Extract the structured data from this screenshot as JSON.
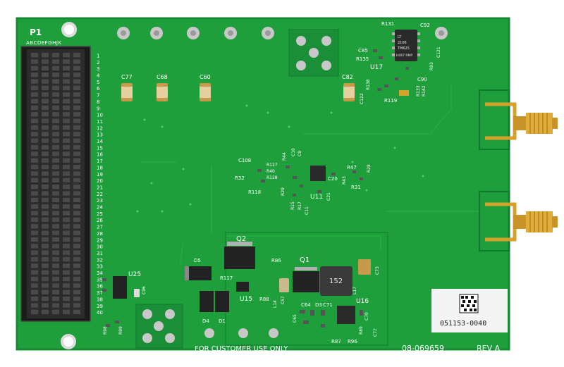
{
  "board": {
    "connector_label": "P1",
    "connector_columns": "ABCDEFGHJK",
    "row_numbers": [
      "1",
      "2",
      "3",
      "4",
      "5",
      "6",
      "7",
      "8",
      "9",
      "10",
      "11",
      "12",
      "13",
      "14",
      "15",
      "16",
      "17",
      "18",
      "19",
      "20",
      "21",
      "22",
      "23",
      "24",
      "25",
      "26",
      "27",
      "28",
      "29",
      "30",
      "31",
      "32",
      "33",
      "34",
      "35",
      "36",
      "37",
      "38",
      "39",
      "40"
    ],
    "customer_text": "FOR CUSTOMER USE ONLY",
    "part_number": "08-069659",
    "revision": "REV A",
    "barcode_number": "051153-0040",
    "chips": {
      "u17_marking": [
        "LT",
        "2106",
        "TM625",
        "H067 RMP"
      ],
      "inductor_marking": "152"
    },
    "refs": {
      "c77": "C77",
      "c68": "C68",
      "c60": "C60",
      "c82": "C82",
      "c92": "C92",
      "c85": "C85",
      "r131": "R131",
      "r135": "R135",
      "u17": "U17",
      "r138": "R138",
      "c122": "C122",
      "r119": "R119",
      "c90": "C90",
      "r93": "R93",
      "c121": "C121",
      "r133": "R133",
      "r142": "R142",
      "c108": "C108",
      "r32": "R32",
      "r118": "R118",
      "u11": "U11",
      "c20": "C20",
      "c21": "C21",
      "r47": "R47",
      "r28": "R28",
      "r43": "R43",
      "r31": "R31",
      "r15": "R15",
      "r17": "R17",
      "c11": "C11",
      "r29": "R29",
      "r44": "R44",
      "r127": "R127",
      "r40": "R40",
      "r128": "R128",
      "c10": "C10",
      "c9": "C9",
      "q2": "Q2",
      "q1": "Q1",
      "d5": "D5",
      "r117": "R117",
      "r86": "R86",
      "u15": "U15",
      "r88": "R88",
      "l14": "L14",
      "d4": "D4",
      "d1": "D1",
      "c57": "C57",
      "c64": "C64",
      "d3": "D3",
      "c71": "C71",
      "u16": "U16",
      "c73": "C73",
      "l17": "L17",
      "c70": "C70",
      "c72": "C72",
      "r87": "R87",
      "r96": "R96",
      "r89": "R89",
      "c65": "C65",
      "u25": "U25",
      "c96": "C96",
      "r98": "R98",
      "r99": "R99"
    }
  },
  "colors": {
    "pcb": "#1f9e3c",
    "pcb_dark": "#15823a",
    "pcb_trace": "#28b048",
    "gold": "#d4a12a",
    "connector": "#2a2a2a"
  }
}
